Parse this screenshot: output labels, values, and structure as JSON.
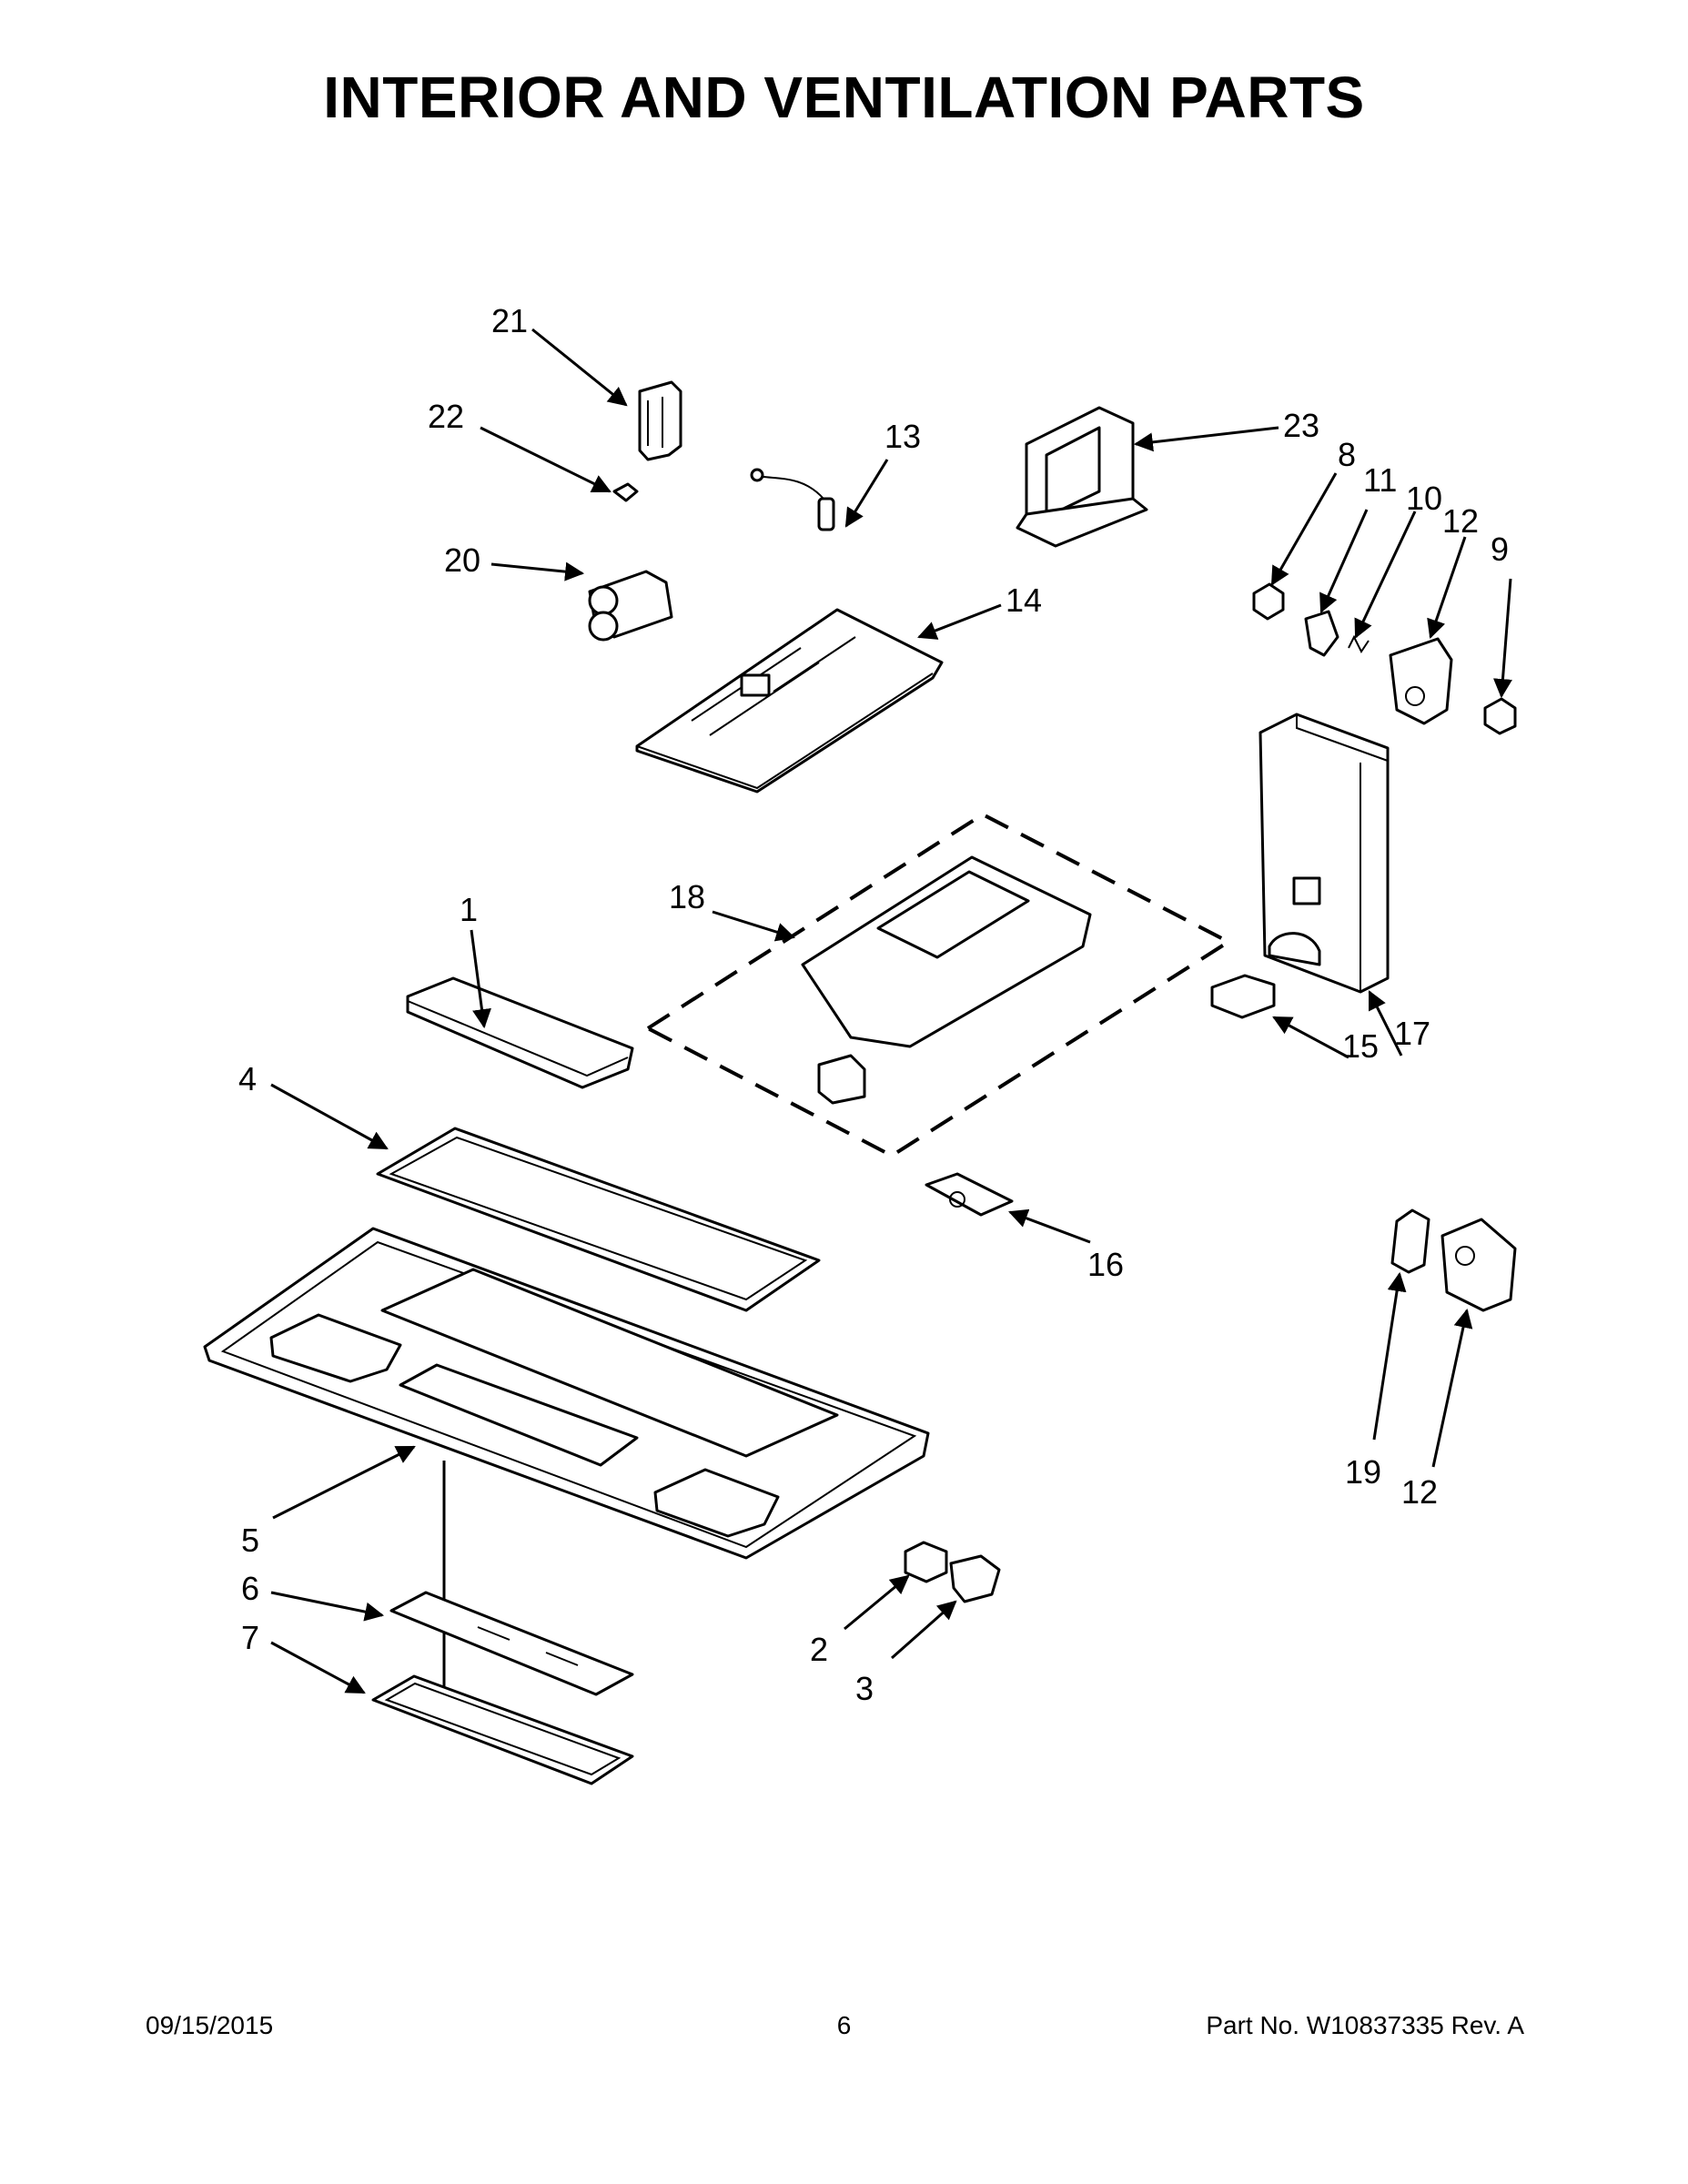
{
  "title": "INTERIOR AND VENTILATION PARTS",
  "callouts": [
    {
      "id": "c1",
      "text": "1"
    },
    {
      "id": "c2",
      "text": "2"
    },
    {
      "id": "c3",
      "text": "3"
    },
    {
      "id": "c4",
      "text": "4"
    },
    {
      "id": "c5",
      "text": "5"
    },
    {
      "id": "c6",
      "text": "6"
    },
    {
      "id": "c7",
      "text": "7"
    },
    {
      "id": "c8",
      "text": "8"
    },
    {
      "id": "c9",
      "text": "9"
    },
    {
      "id": "c10",
      "text": "10"
    },
    {
      "id": "c11",
      "text": "11"
    },
    {
      "id": "c12a",
      "text": "12"
    },
    {
      "id": "c12b",
      "text": "12"
    },
    {
      "id": "c13",
      "text": "13"
    },
    {
      "id": "c14",
      "text": "14"
    },
    {
      "id": "c15",
      "text": "15"
    },
    {
      "id": "c16",
      "text": "16"
    },
    {
      "id": "c17",
      "text": "17"
    },
    {
      "id": "c18",
      "text": "18"
    },
    {
      "id": "c19",
      "text": "19"
    },
    {
      "id": "c20",
      "text": "20"
    },
    {
      "id": "c21",
      "text": "21"
    },
    {
      "id": "c22",
      "text": "22"
    },
    {
      "id": "c23",
      "text": "23"
    }
  ],
  "footer": {
    "date": "09/15/2015",
    "page": "6",
    "part_no": "Part No.  W10837335   Rev.  A"
  }
}
